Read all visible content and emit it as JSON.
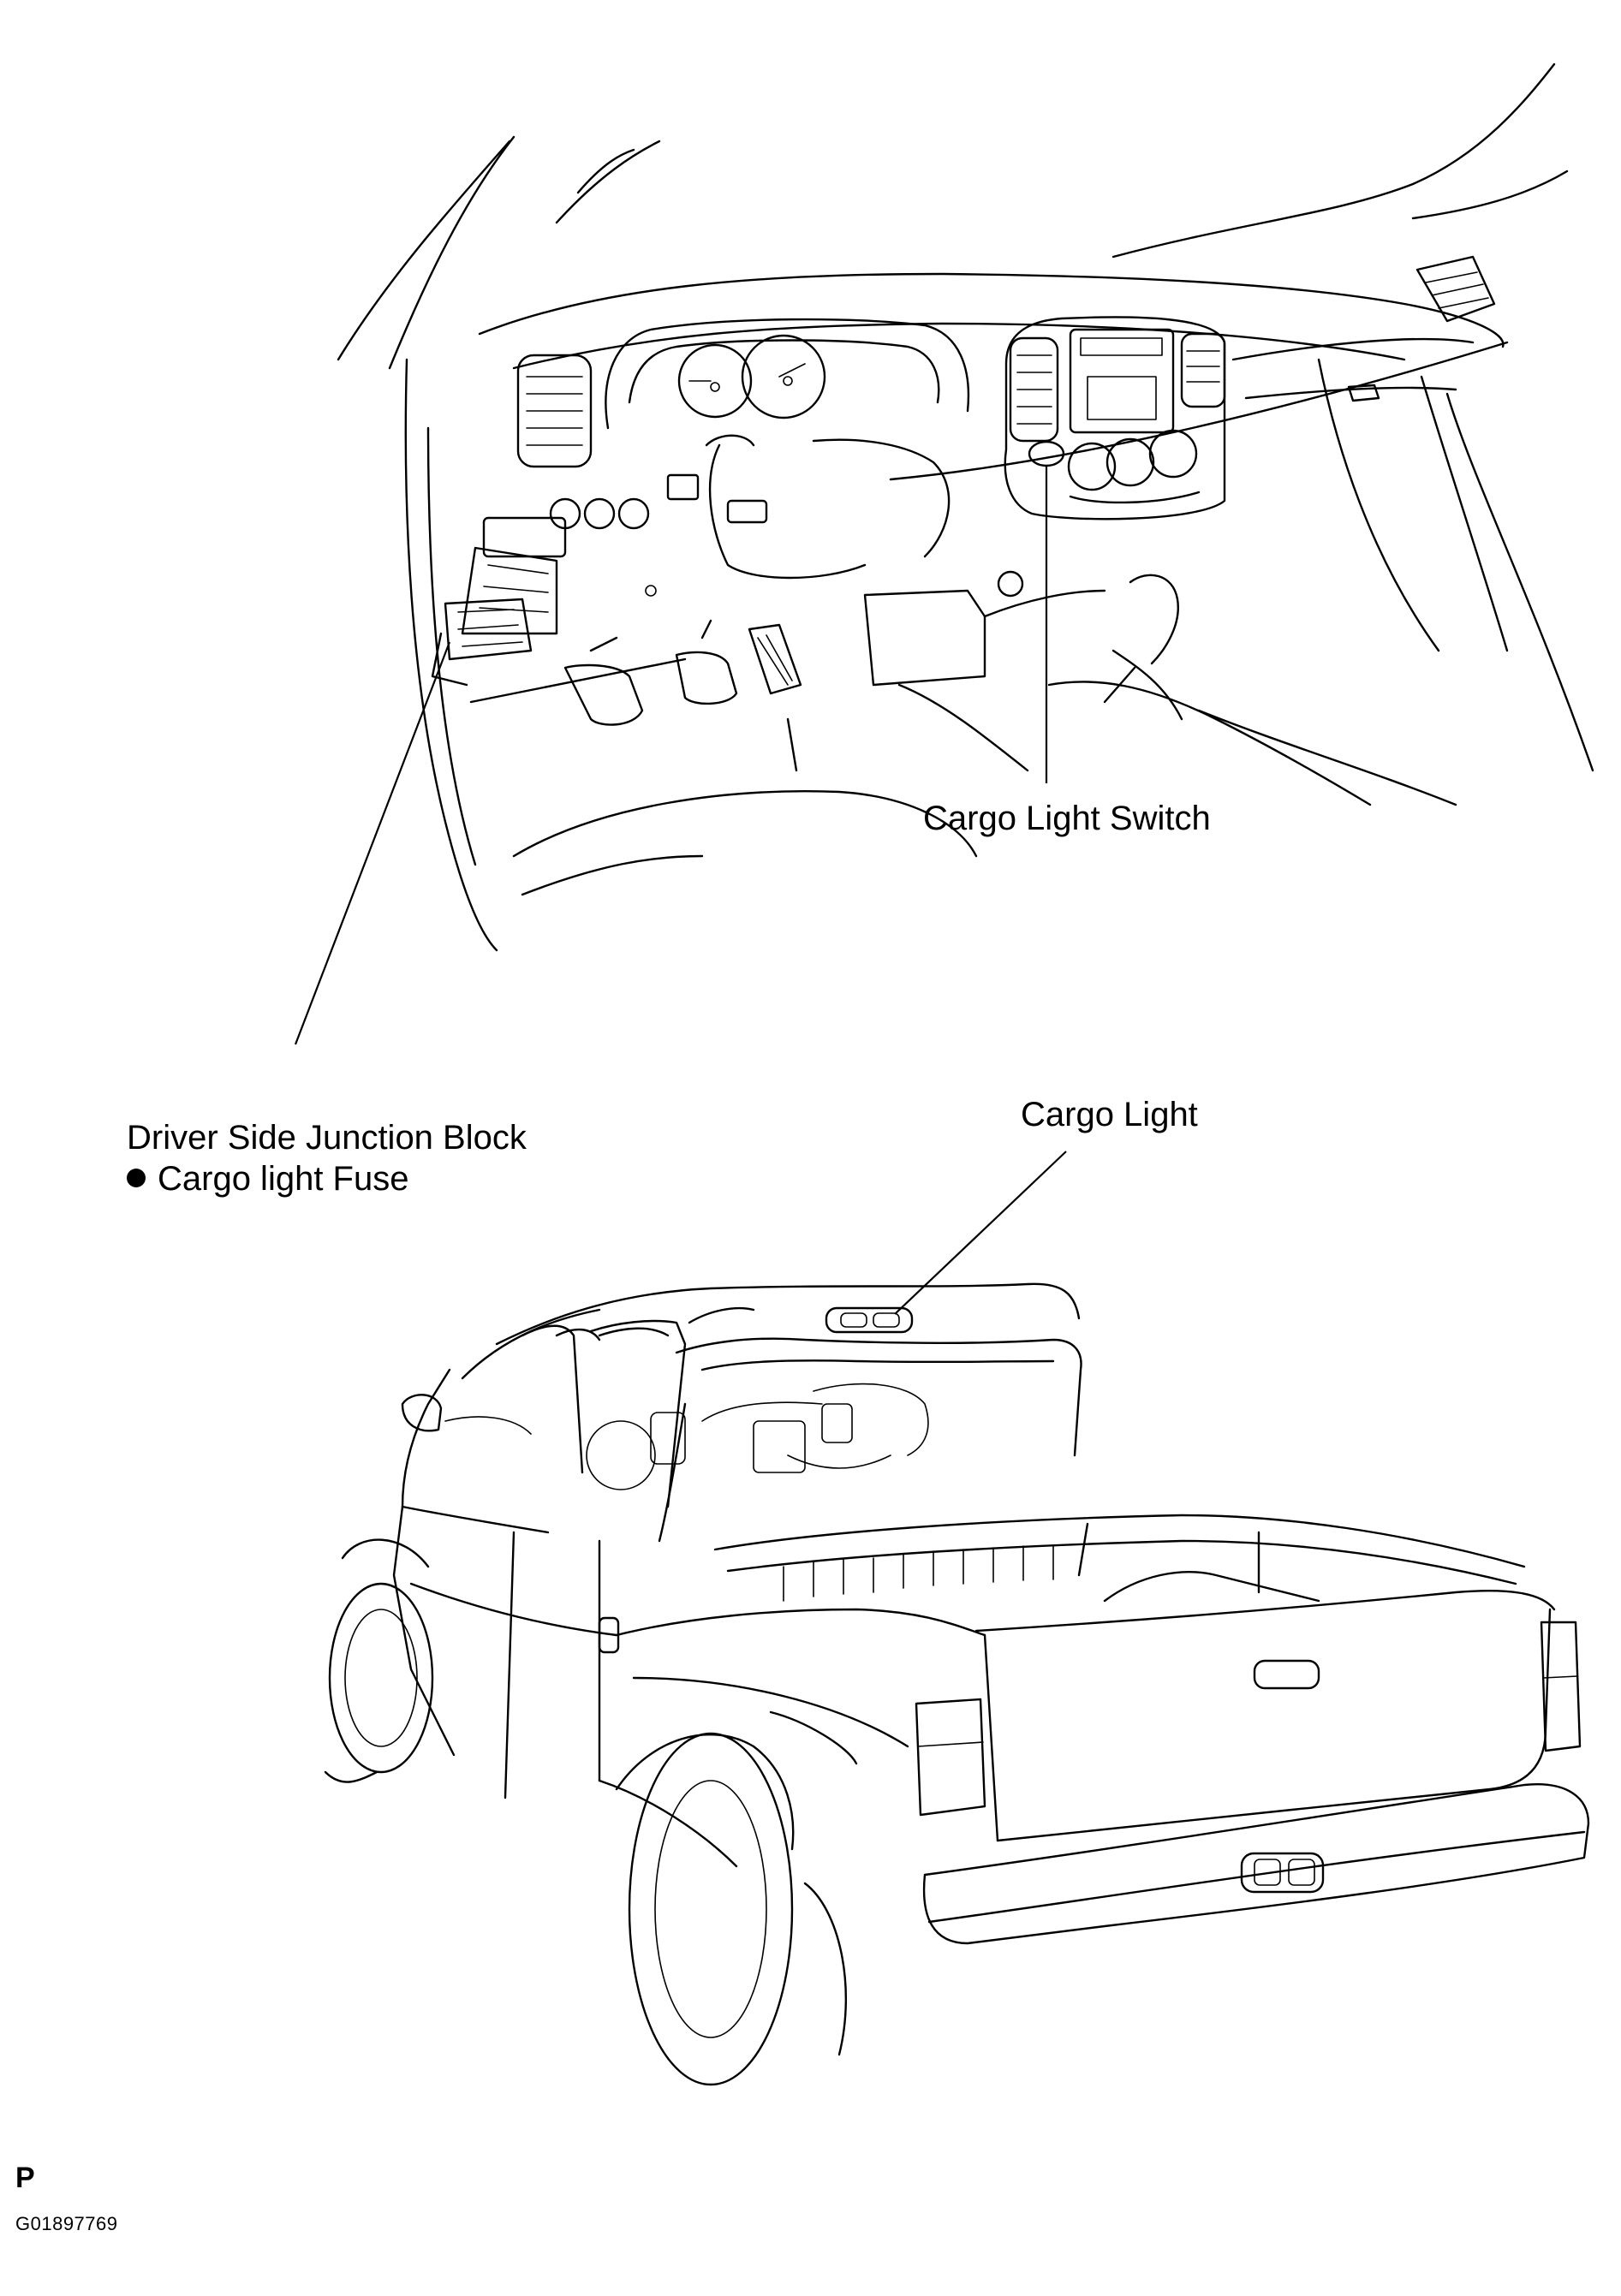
{
  "labels": {
    "cargo_light_switch": "Cargo Light Switch",
    "driver_side_junction_block": "Driver Side Junction Block",
    "cargo_light_fuse": "Cargo light Fuse",
    "cargo_light": "Cargo Light"
  },
  "footer": {
    "view_letter": "P",
    "figure_id": "G01897769"
  }
}
